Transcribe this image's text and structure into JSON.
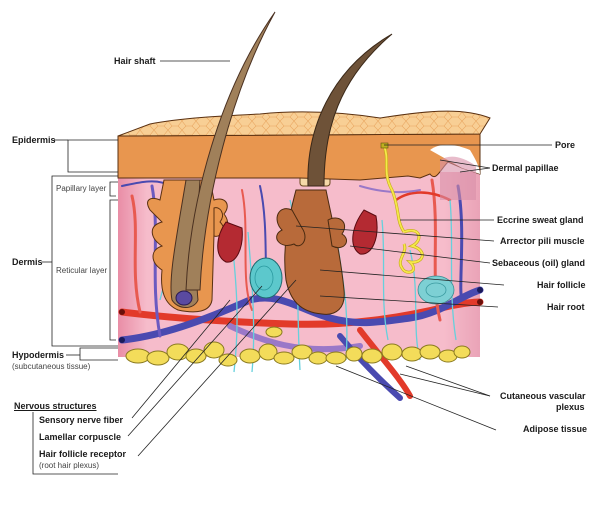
{
  "title": "Skin anatomy cross-section",
  "labels": {
    "hair_shaft": "Hair shaft",
    "epidermis": "Epidermis",
    "papillary_layer": "Papillary layer",
    "dermis": "Dermis",
    "reticular_layer": "Reticular layer",
    "hypodermis": "Hypodermis",
    "hypodermis_sub": "(subcutaneous tissue)",
    "pore": "Pore",
    "dermal_papillae": "Dermal papillae",
    "eccrine_sweat_gland": "Eccrine sweat gland",
    "arrector_pili_muscle": "Arrector pili muscle",
    "sebaceous_gland": "Sebaceous (oil) gland",
    "hair_follicle": "Hair follicle",
    "hair_root": "Hair root",
    "cutaneous_vascular_plexus_1": "Cutaneous vascular",
    "cutaneous_vascular_plexus_2": "plexus",
    "adipose_tissue": "Adipose tissue"
  },
  "nervous_structures": {
    "heading": "Nervous structures",
    "items": [
      {
        "label": "Sensory nerve fiber",
        "sub": ""
      },
      {
        "label": "Lamellar corpuscle",
        "sub": ""
      },
      {
        "label": "Hair follicle receptor",
        "sub": "(root hair plexus)"
      }
    ]
  },
  "colors": {
    "epidermis_top": "#f7c98a",
    "epidermis": "#e8964f",
    "dermis": "#f4b6c6",
    "hair": "#8b6a4a",
    "artery": "#e23a2a",
    "vein": "#4a4ab0",
    "nerve": "#66d0dc",
    "fat": "#f3dc5a",
    "sweat_gland": "#f5e84a",
    "muscle": "#b42a32",
    "corpuscle": "#5cc8cc"
  }
}
